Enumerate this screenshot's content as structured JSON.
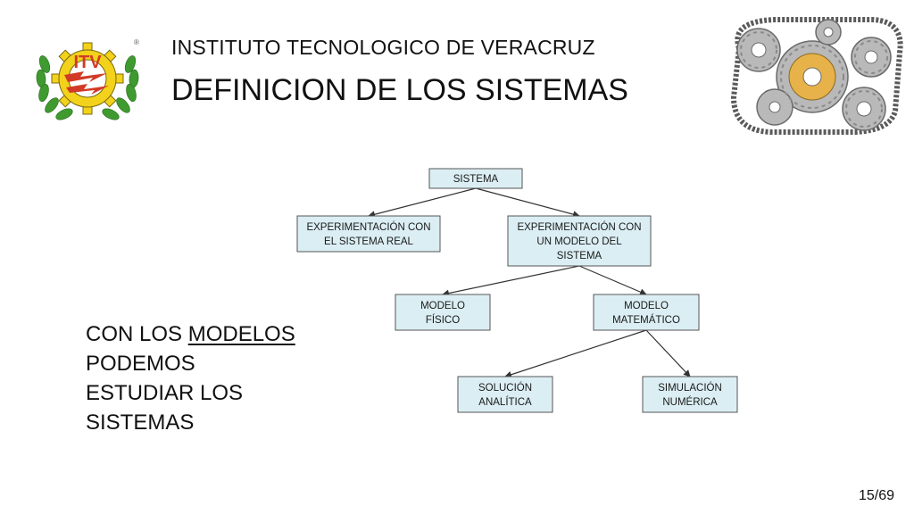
{
  "header": {
    "institution": "INSTITUTO TECNOLOGICO DE VERACRUZ",
    "title": "DEFINICION DE LOS SISTEMAS"
  },
  "logo": {
    "text": "ITV",
    "registered": "®",
    "icon": "itv-logo-icon"
  },
  "decoration": {
    "icon": "gears-chain-icon"
  },
  "body": {
    "line1_prefix": "CON LOS ",
    "line1_highlight": "MODELOS",
    "line2": "PODEMOS",
    "line3": "ESTUDIAR LOS",
    "line4": "SISTEMAS"
  },
  "diagram": {
    "colors": {
      "box_fill": "#dbeef3",
      "box_border": "#555555",
      "text": "#1a1a1a",
      "arrow": "#333333"
    },
    "nodes": {
      "sistema": [
        "SISTEMA"
      ],
      "exp_real": [
        "EXPERIMENTACIÓN CON",
        "EL SISTEMA REAL"
      ],
      "exp_modelo": [
        "EXPERIMENTACIÓN CON",
        "UN MODELO DEL",
        "SISTEMA"
      ],
      "modelo_fisico": [
        "MODELO",
        "FÍSICO"
      ],
      "modelo_matematico": [
        "MODELO",
        "MATEMÁTICO"
      ],
      "solucion_analitica": [
        "SOLUCIÓN",
        "ANALÍTICA"
      ],
      "simulacion_numerica": [
        "SIMULACIÓN",
        "NUMÉRICA"
      ]
    },
    "edges": [
      [
        "sistema",
        "exp_real"
      ],
      [
        "sistema",
        "exp_modelo"
      ],
      [
        "exp_modelo",
        "modelo_fisico"
      ],
      [
        "exp_modelo",
        "modelo_matematico"
      ],
      [
        "modelo_matematico",
        "solucion_analitica"
      ],
      [
        "modelo_matematico",
        "simulacion_numerica"
      ]
    ]
  },
  "footer": {
    "page": "15/69"
  }
}
